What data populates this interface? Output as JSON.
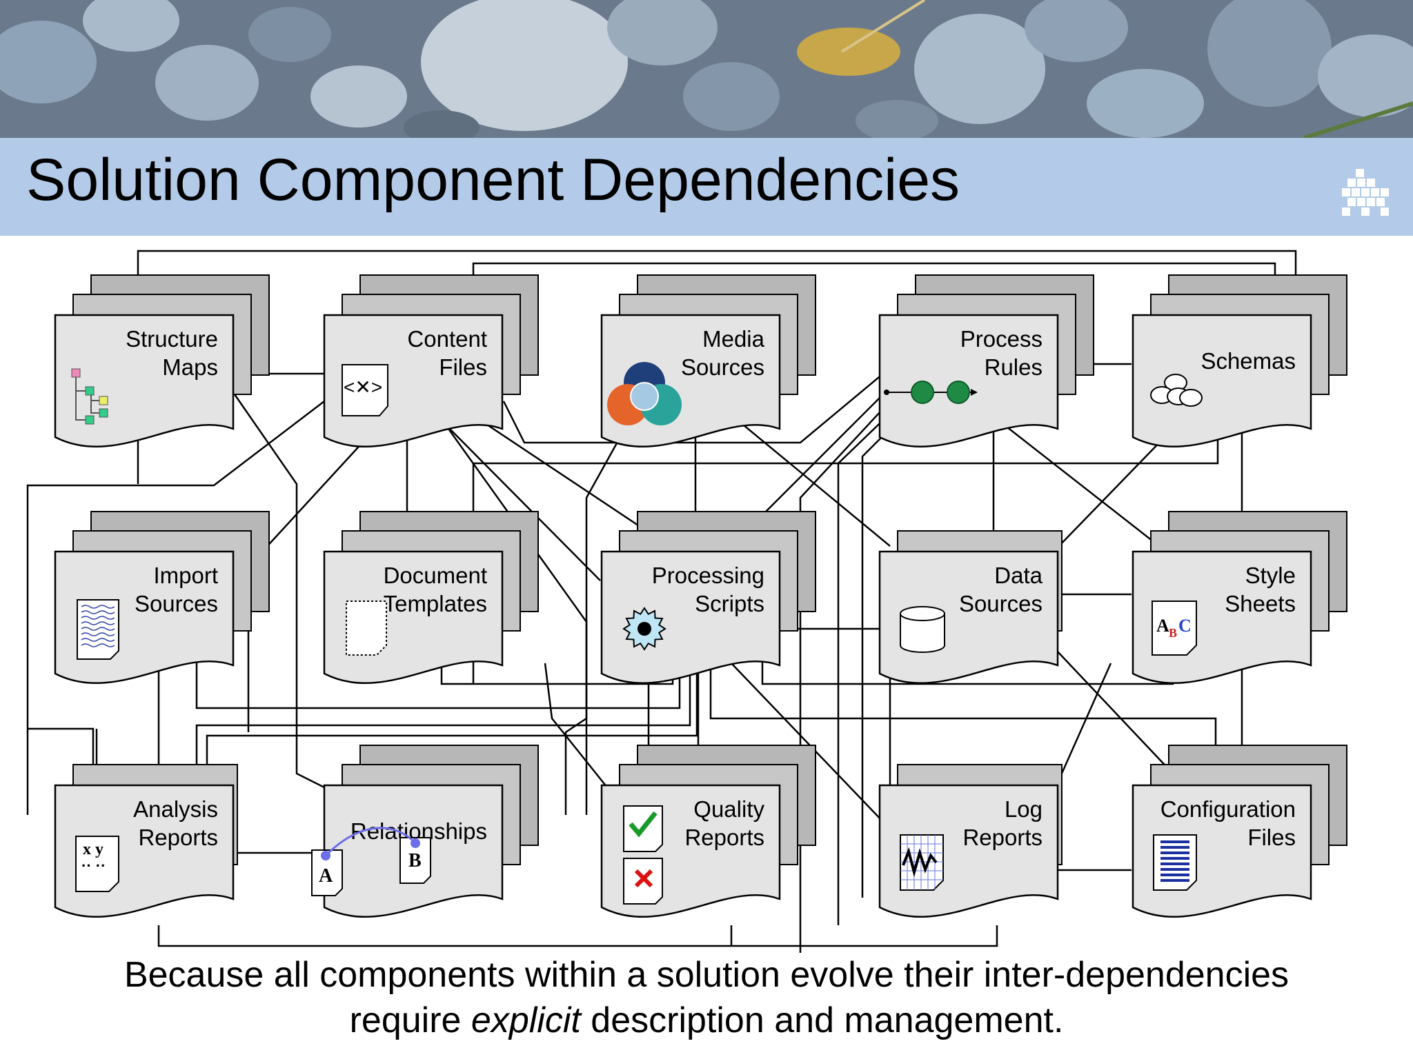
{
  "title": "Solution Component Dependencies",
  "footer": {
    "line1": "Because all components within a solution evolve their inter-dependencies",
    "line2_before": "require ",
    "line2_emphasis": "explicit",
    "line2_after": " description and management."
  },
  "components": [
    {
      "id": "structure-maps",
      "lines": [
        "Structure",
        "Maps"
      ],
      "stacked": true,
      "icon": "tree-icon"
    },
    {
      "id": "content-files",
      "lines": [
        "Content",
        "Files"
      ],
      "stacked": true,
      "icon": "xml-document-icon"
    },
    {
      "id": "media-sources",
      "lines": [
        "Media",
        "Sources"
      ],
      "stacked": true,
      "icon": "venn-cycle-icon"
    },
    {
      "id": "process-rules",
      "lines": [
        "Process",
        "Rules"
      ],
      "stacked": true,
      "icon": "process-flow-icon"
    },
    {
      "id": "schemas",
      "lines": [
        "Schemas"
      ],
      "stacked": true,
      "icon": "bubbles-icon"
    },
    {
      "id": "import-sources",
      "lines": [
        "Import",
        "Sources"
      ],
      "stacked": true,
      "icon": "wavy-document-icon"
    },
    {
      "id": "document-templates",
      "lines": [
        "Document",
        "Templates"
      ],
      "stacked": true,
      "icon": "blank-document-icon"
    },
    {
      "id": "processing-scripts",
      "lines": [
        "Processing",
        "Scripts"
      ],
      "stacked": true,
      "icon": "gear-icon"
    },
    {
      "id": "data-sources",
      "lines": [
        "Data",
        "Sources"
      ],
      "stacked": false,
      "icon": "database-icon"
    },
    {
      "id": "style-sheets",
      "lines": [
        "Style",
        "Sheets"
      ],
      "stacked": true,
      "icon": "abc-document-icon"
    },
    {
      "id": "analysis-reports",
      "lines": [
        "Analysis",
        "Reports"
      ],
      "stacked": false,
      "icon": "xy-document-icon"
    },
    {
      "id": "relationships",
      "lines": [
        "Relationships"
      ],
      "stacked": true,
      "icon": "ab-link-icon"
    },
    {
      "id": "quality-reports",
      "lines": [
        "Quality",
        "Reports"
      ],
      "stacked": true,
      "icon": "check-cross-icon"
    },
    {
      "id": "log-reports",
      "lines": [
        "Log",
        "Reports"
      ],
      "stacked": false,
      "icon": "log-chart-icon"
    },
    {
      "id": "configuration-files",
      "lines": [
        "Configuration",
        "Files"
      ],
      "stacked": true,
      "icon": "config-document-icon"
    }
  ],
  "icon_colors": {
    "check": "#1a9a2a",
    "cross": "#dd1111",
    "flow": "#1e8a44",
    "link": "#6b6ee8",
    "list": "#1a2fa0"
  }
}
